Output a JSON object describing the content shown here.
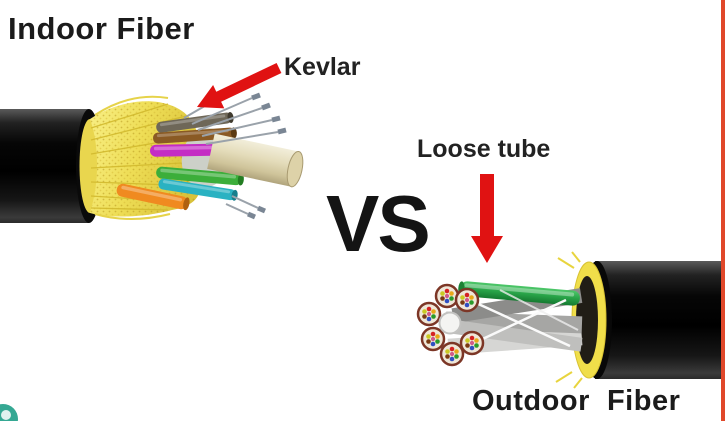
{
  "labels": {
    "indoor": "Indoor Fiber",
    "kevlar": "Kevlar",
    "vs": "VS",
    "loose_tube": "Loose tube",
    "outdoor": "Outdoor  Fiber"
  },
  "icons": {
    "kevlar_arrow": "red-arrow-pointing-down-left",
    "loose_tube_arrow": "red-arrow-pointing-down"
  },
  "colors": {
    "arrow_red": "#e01212",
    "text_black": "#1b1b1b",
    "kevlar_yellow": "#eedd55",
    "jacket_black": "#0a0a0a",
    "edge_strip": "#e0482a",
    "logo_teal": "#35a893"
  }
}
